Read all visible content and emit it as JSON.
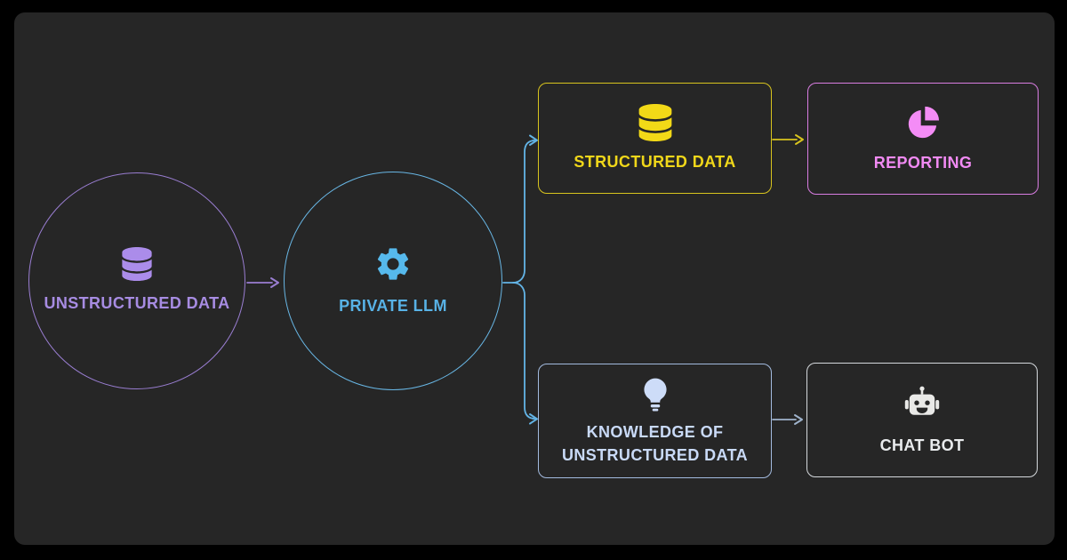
{
  "canvas": {
    "background": "#000000",
    "panel_background": "#262626"
  },
  "nodes": {
    "unstructured_data": {
      "label": "UNSTRUCTURED DATA",
      "shape": "circle",
      "color": "#a78ce2",
      "icon": "database-icon"
    },
    "private_llm": {
      "label": "PRIVATE LLM",
      "shape": "circle",
      "color": "#58b2e6",
      "icon": "gear-icon"
    },
    "structured_data": {
      "label": "STRUCTURED DATA",
      "shape": "rounded-box",
      "color": "#f0d71a",
      "icon": "database-icon"
    },
    "reporting": {
      "label": "REPORTING",
      "shape": "rounded-box",
      "color": "#f18af3",
      "icon": "pie-chart-icon"
    },
    "knowledge_of_unstructured_data": {
      "label_line1": "KNOWLEDGE OF",
      "label_line2": "UNSTRUCTURED DATA",
      "shape": "rounded-box",
      "color": "#c9daf7",
      "icon": "lightbulb-icon"
    },
    "chat_bot": {
      "label": "CHAT BOT",
      "shape": "rounded-box",
      "color": "#e9ebed",
      "icon": "robot-icon"
    }
  },
  "connectors": [
    {
      "from": "unstructured_data",
      "to": "private_llm",
      "color": "#9a7ed2"
    },
    {
      "from": "private_llm",
      "to": "structured_data",
      "color": "#63b4e6"
    },
    {
      "from": "private_llm",
      "to": "knowledge_of_unstructured_data",
      "color": "#63b4e6"
    },
    {
      "from": "structured_data",
      "to": "reporting",
      "color": "#d8c41e"
    },
    {
      "from": "knowledge_of_unstructured_data",
      "to": "chat_bot",
      "color": "#9fb3cc"
    }
  ]
}
